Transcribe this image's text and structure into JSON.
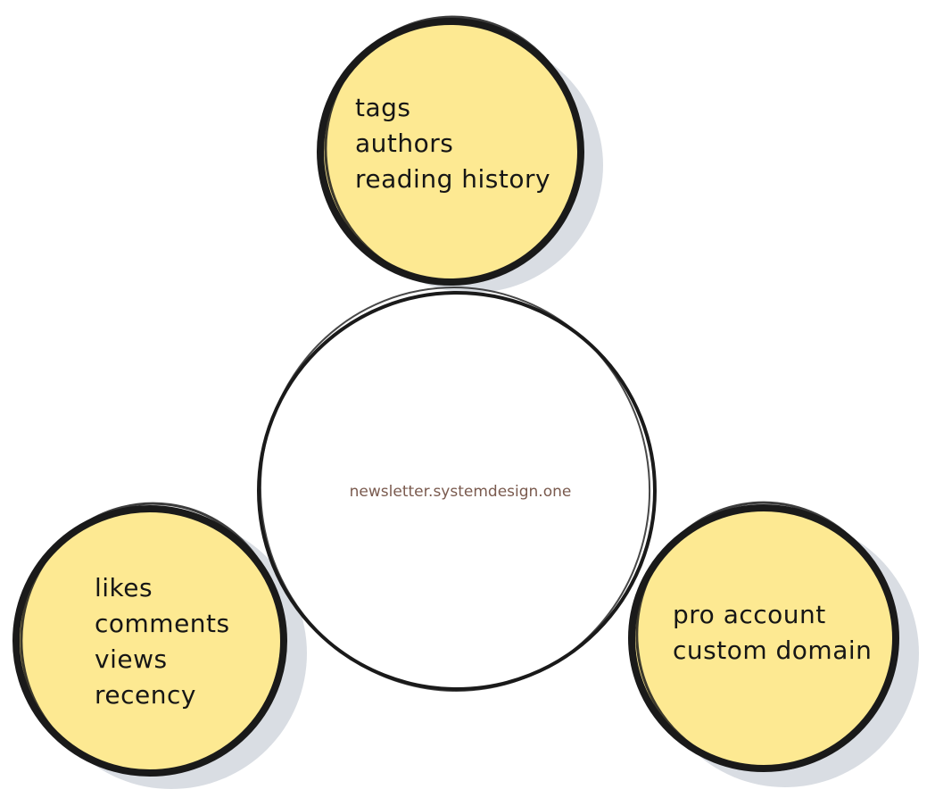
{
  "center": {
    "label": "newsletter.systemdesign.one"
  },
  "top_circle": {
    "items": [
      "tags",
      "authors",
      "reading history"
    ]
  },
  "left_circle": {
    "items": [
      "likes",
      "comments",
      "views",
      "recency"
    ]
  },
  "right_circle": {
    "items": [
      "pro account",
      "custom domain"
    ]
  },
  "colors": {
    "sticky_fill": "#fde992",
    "outline": "#1a1a1a",
    "shadow": "#d9dde3",
    "center_text": "#7a5a4e"
  }
}
